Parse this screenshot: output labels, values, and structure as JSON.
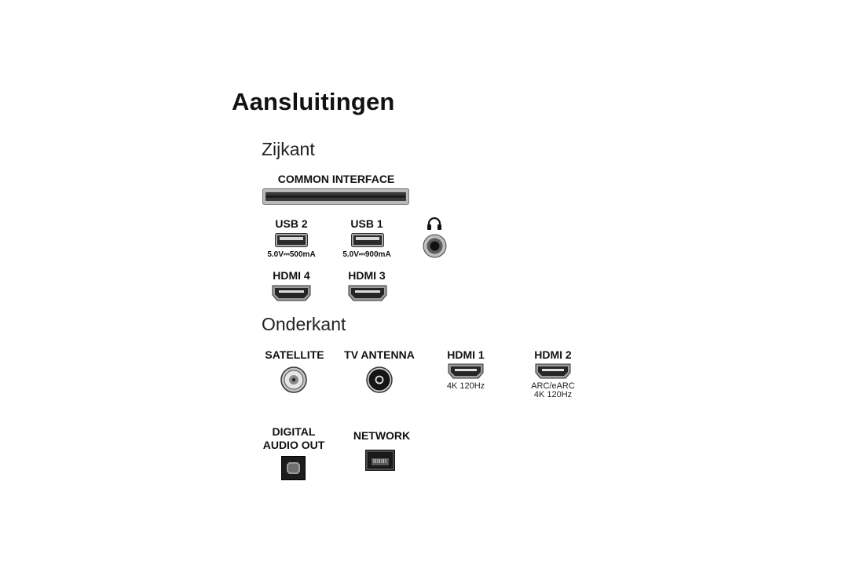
{
  "title": "Aansluitingen",
  "sections": {
    "side": "Zijkant",
    "bottom": "Onderkant"
  },
  "side_ports": {
    "common_interface": "COMMON INTERFACE",
    "usb2": {
      "label": "USB 2",
      "spec": "5.0V⎓500mA"
    },
    "usb1": {
      "label": "USB 1",
      "spec": "5.0V⎓900mA"
    },
    "headphone_icon": "headphone-icon",
    "hdmi4": "HDMI 4",
    "hdmi3": "HDMI 3"
  },
  "bottom_ports": {
    "satellite": "SATELLITE",
    "tv_antenna": "TV ANTENNA",
    "hdmi1": {
      "label": "HDMI 1",
      "spec": "4K 120Hz"
    },
    "hdmi2": {
      "label": "HDMI 2",
      "spec1": "ARC/eARC",
      "spec2": "4K 120Hz"
    },
    "digital_audio_out": {
      "line1": "DIGITAL",
      "line2": "AUDIO OUT"
    },
    "network": "NETWORK"
  }
}
